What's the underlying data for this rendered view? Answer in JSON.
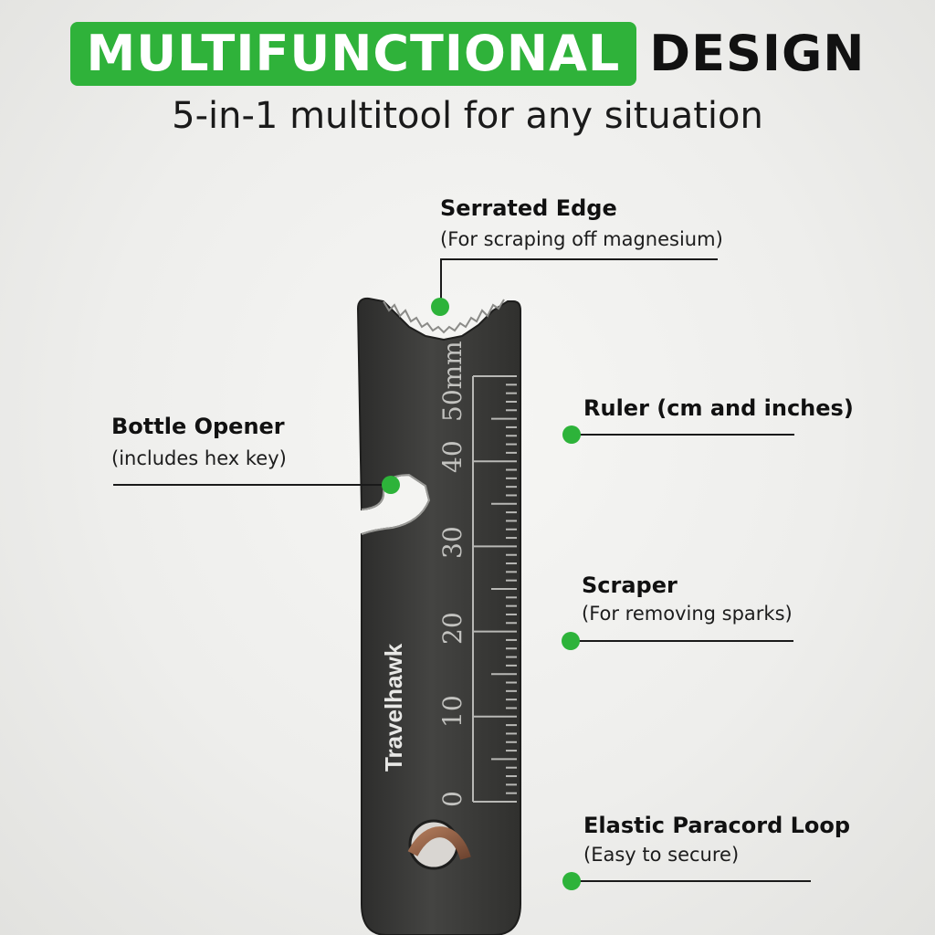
{
  "headline": {
    "highlight": "MULTIFUNCTIONAL",
    "rest": "DESIGN",
    "highlight_color": "#2fb23a"
  },
  "subtitle": "5-in-1 multitool for any situation",
  "tool": {
    "brand": "Travelhawk",
    "ruler_labels": [
      "50mm",
      "40",
      "30",
      "20",
      "10",
      "0"
    ],
    "body_color": "#3c3c3a",
    "cord_color": "#8a5a40"
  },
  "callouts": {
    "serrated": {
      "title": "Serrated Edge",
      "desc": "(For scraping off magnesium)"
    },
    "bottle": {
      "title": "Bottle Opener",
      "desc": "(includes hex key)"
    },
    "ruler": {
      "title": "Ruler (cm and inches)",
      "desc": ""
    },
    "scraper": {
      "title": "Scraper",
      "desc": "(For removing sparks)"
    },
    "loop": {
      "title": "Elastic Paracord Loop",
      "desc": "(Easy to secure)"
    }
  },
  "dot_color": "#2db33a"
}
